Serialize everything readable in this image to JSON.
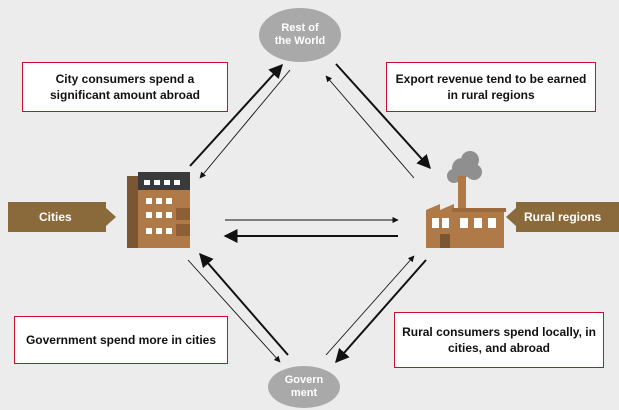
{
  "nodes": {
    "rest_of_world": "Rest of the World",
    "government": "Govern ment"
  },
  "labels": {
    "cities": "Cities",
    "rural_regions": "Rural regions"
  },
  "boxes": {
    "city_consumers": "City consumers spend a significant amount abroad",
    "export_revenue": "Export revenue tend to be earned in rural regions",
    "government_spend": "Government spend more in cities",
    "rural_consumers": "Rural consumers spend locally, in cities, and abroad"
  },
  "colors": {
    "background": "#ececec",
    "node": "#a9a9a9",
    "box_border": "#c8102e",
    "label_bg": "#8a6a3b",
    "building": "#b07a48",
    "factory": "#b07a48",
    "smoke": "#8f8f8f"
  },
  "icons": [
    "city-building-icon",
    "factory-icon"
  ]
}
